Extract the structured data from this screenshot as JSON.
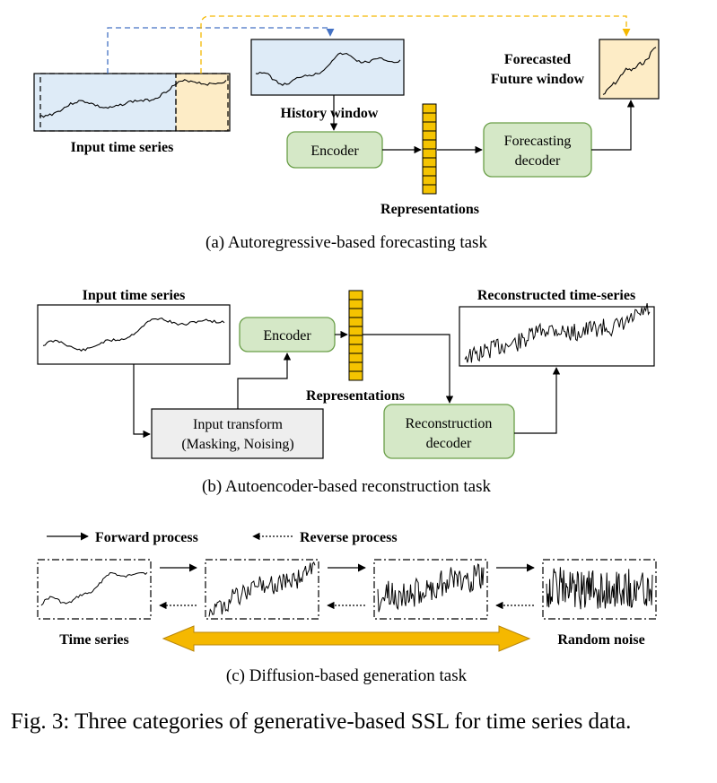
{
  "colors": {
    "green_box_fill": "#d5e8c7",
    "green_box_stroke": "#6a9f48",
    "gray_box_fill": "#eeeeee",
    "history_fill": "#deebf7",
    "future_fill": "#fdecc6",
    "rep_fill": "#f5c400",
    "blue_dashed": "#4472c4",
    "yellow_dashed": "#f5b800",
    "orange_arrow": "#f5b800"
  },
  "panel_a": {
    "input_label": "Input time series",
    "history_label": "History window",
    "encoder_label": "Encoder",
    "representations_label": "Representations",
    "decoder_line1": "Forecasting",
    "decoder_line2": "decoder",
    "future_line1": "Forecasted",
    "future_line2": "Future window",
    "caption": "(a) Autoregressive-based forecasting task"
  },
  "panel_b": {
    "input_label": "Input time series",
    "encoder_label": "Encoder",
    "representations_label": "Representations",
    "transform_line1": "Input transform",
    "transform_line2": "(Masking, Noising)",
    "decoder_line1": "Reconstruction",
    "decoder_line2": "decoder",
    "output_label": "Reconstructed time-series",
    "caption": "(b) Autoencoder-based reconstruction task"
  },
  "panel_c": {
    "legend_forward": "Forward process",
    "legend_reverse": "Reverse process",
    "start_label": "Time series",
    "end_label": "Random noise",
    "caption": "(c) Diffusion-based generation task"
  },
  "figure_caption": "Fig. 3: Three categories of generative-based SSL for time series data."
}
